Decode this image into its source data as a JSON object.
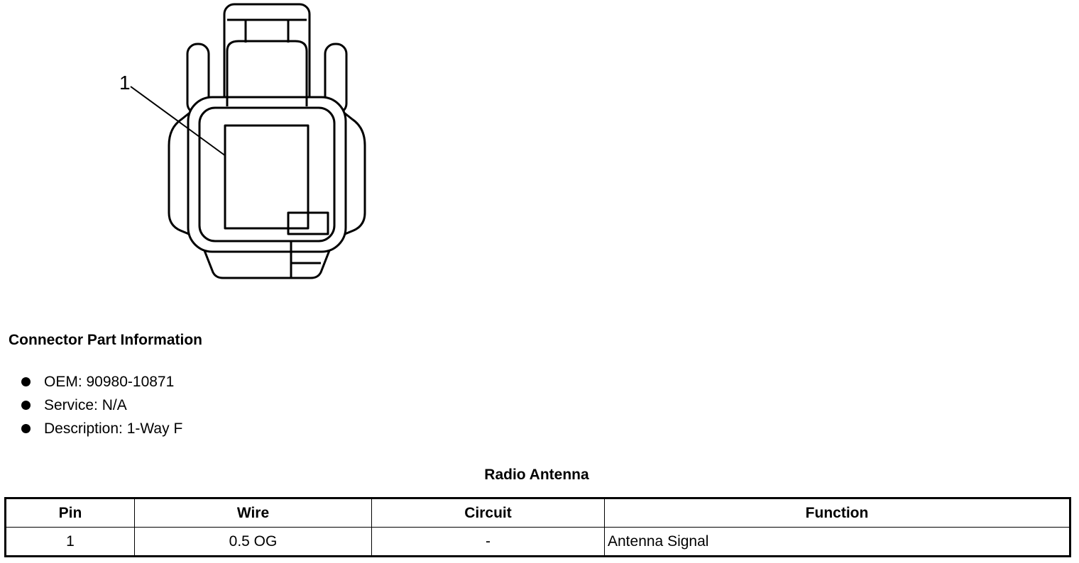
{
  "diagram": {
    "pin_callout": "1"
  },
  "connector_info": {
    "heading": "Connector Part Information",
    "items": [
      "OEM: 90980-10871",
      "Service: N/A",
      "Description: 1-Way F"
    ]
  },
  "pin_table": {
    "title": "Radio Antenna",
    "headers": [
      "Pin",
      "Wire",
      "Circuit",
      "Function"
    ],
    "rows": [
      [
        "1",
        "0.5 OG",
        "-",
        "Antenna Signal"
      ]
    ]
  }
}
